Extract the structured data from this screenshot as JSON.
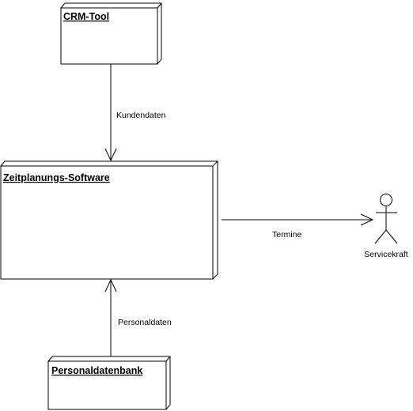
{
  "nodes": {
    "crm": {
      "label": "CRM-Tool"
    },
    "zeitplanung": {
      "label": "Zeitplanungs-Software"
    },
    "personal": {
      "label": "Personaldatenbank"
    }
  },
  "actor": {
    "label": "Servicekraft"
  },
  "edges": {
    "kundendaten": {
      "label": "Kundendaten"
    },
    "termine": {
      "label": "Termine"
    },
    "personaldaten": {
      "label": "Personaldaten"
    }
  }
}
